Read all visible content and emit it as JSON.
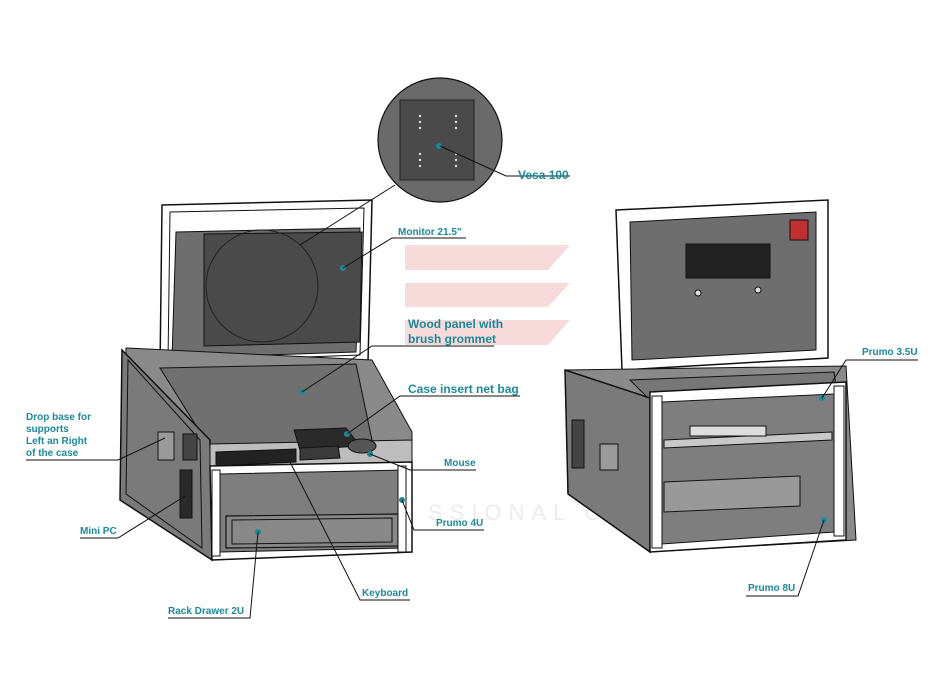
{
  "watermark": {
    "text": "SSIONAL CAS",
    "color": "#ececec"
  },
  "accent_color": "#1a8a9a",
  "labels": {
    "vesa": "Vesa 100",
    "monitor": "Monitor 21.5\"",
    "wood_panel_line1": "Wood panel with",
    "wood_panel_line2": "brush grommet",
    "net_bag": "Case insert net bag",
    "drop_base_line1": "Drop base for",
    "drop_base_line2": "supports",
    "drop_base_line3": "Left an Right",
    "drop_base_line4": "of the case",
    "mouse": "Mouse",
    "mini_pc": "Mini PC",
    "prumo_4u": "Prumo 4U",
    "keyboard": "Keyboard",
    "rack_drawer": "Rack Drawer 2U",
    "prumo_35u": "Prumo 3.5U",
    "prumo_8u": "Prumo 8U"
  }
}
